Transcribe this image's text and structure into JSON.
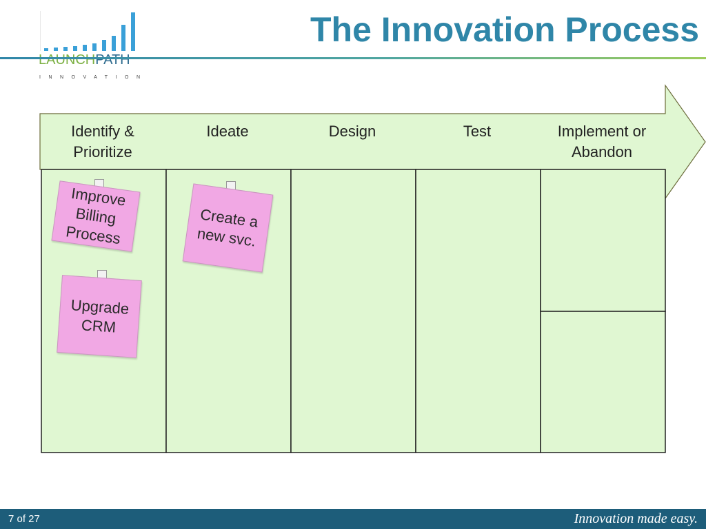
{
  "header": {
    "title": "The Innovation Process",
    "logo": {
      "word_part1": "LAUNCH",
      "word_part2": "PATH",
      "subtitle": "INNOVATION"
    }
  },
  "process": {
    "stages": [
      {
        "label_line1": "Identify &",
        "label_line2": "Prioritize"
      },
      {
        "label_line1": "Ideate",
        "label_line2": ""
      },
      {
        "label_line1": "Design",
        "label_line2": ""
      },
      {
        "label_line1": "Test",
        "label_line2": ""
      },
      {
        "label_line1": "Implement or",
        "label_line2": "Abandon"
      }
    ]
  },
  "notes": [
    {
      "text": "Improve Billing Process",
      "stage": "Identify & Prioritize"
    },
    {
      "text": "Upgrade CRM",
      "stage": "Identify & Prioritize"
    },
    {
      "text": "Create a new svc.",
      "stage": "Ideate"
    }
  ],
  "footer": {
    "page": "7 of  27",
    "tagline": "Innovation made easy."
  },
  "colors": {
    "title": "#2f86a8",
    "arrow_fill": "#e0f7d2",
    "arrow_stroke": "#6b6b3a",
    "note_fill": "#f1a8e4",
    "footer_bg": "#1d5d7a"
  }
}
